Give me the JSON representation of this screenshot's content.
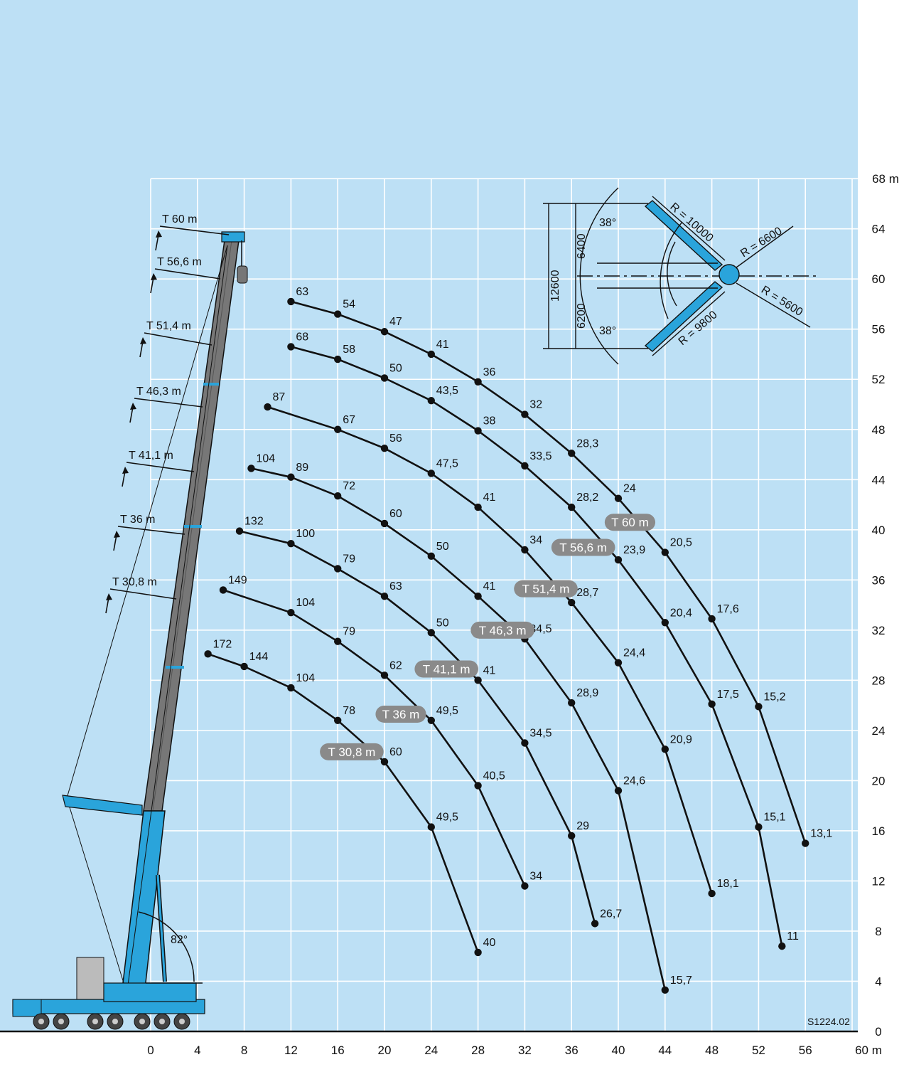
{
  "axes": {
    "x_ticks": [
      "0",
      "4",
      "8",
      "12",
      "16",
      "20",
      "24",
      "28",
      "32",
      "36",
      "40",
      "44",
      "48",
      "52",
      "56"
    ],
    "x_unit": "60 m",
    "y_ticks": [
      "0",
      "4",
      "8",
      "12",
      "16",
      "20",
      "24",
      "28",
      "32",
      "36",
      "40",
      "44",
      "48",
      "52",
      "56",
      "60",
      "64"
    ],
    "y_unit": "68  m"
  },
  "reference": "S1224.02",
  "angle_label": "82°",
  "colors": {
    "background": "#bde0f5",
    "grid": "#ffffff",
    "crane_blue": "#2aa4db",
    "tag_grey": "#8a8a8a"
  },
  "chart_data": {
    "type": "line",
    "xlabel": "",
    "ylabel": "",
    "xlim": [
      0,
      60
    ],
    "ylim": [
      0,
      68
    ],
    "series": [
      {
        "name": "T 60 m",
        "points": [
          {
            "x": 12,
            "y": 58.2,
            "label": "63"
          },
          {
            "x": 16,
            "y": 57.2,
            "label": "54"
          },
          {
            "x": 20,
            "y": 55.8,
            "label": "47"
          },
          {
            "x": 24,
            "y": 54.0,
            "label": "41"
          },
          {
            "x": 28,
            "y": 51.8,
            "label": "36"
          },
          {
            "x": 32,
            "y": 49.2,
            "label": "32"
          },
          {
            "x": 36,
            "y": 46.1,
            "label": "28,3"
          },
          {
            "x": 40,
            "y": 42.5,
            "label": "24"
          },
          {
            "x": 44,
            "y": 38.2,
            "label": "20,5"
          },
          {
            "x": 48,
            "y": 32.9,
            "label": "17,6"
          },
          {
            "x": 52,
            "y": 25.9,
            "label": "15,2"
          },
          {
            "x": 56,
            "y": 15.0,
            "label": "13,1"
          }
        ]
      },
      {
        "name": "T 56,6 m",
        "points": [
          {
            "x": 12,
            "y": 54.6,
            "label": "68"
          },
          {
            "x": 16,
            "y": 53.6,
            "label": "58"
          },
          {
            "x": 20,
            "y": 52.1,
            "label": "50"
          },
          {
            "x": 24,
            "y": 50.3,
            "label": "43,5"
          },
          {
            "x": 28,
            "y": 47.9,
            "label": "38"
          },
          {
            "x": 32,
            "y": 45.1,
            "label": "33,5"
          },
          {
            "x": 36,
            "y": 41.8,
            "label": "28,2"
          },
          {
            "x": 40,
            "y": 37.6,
            "label": "23,9"
          },
          {
            "x": 44,
            "y": 32.6,
            "label": "20,4"
          },
          {
            "x": 48,
            "y": 26.1,
            "label": "17,5"
          },
          {
            "x": 52,
            "y": 16.3,
            "label": "15,1"
          },
          {
            "x": 54,
            "y": 6.8,
            "label": "11"
          }
        ]
      },
      {
        "name": "T 51,4 m",
        "points": [
          {
            "x": 10,
            "y": 49.8,
            "label": "87"
          },
          {
            "x": 16,
            "y": 48.0,
            "label": "67"
          },
          {
            "x": 20,
            "y": 46.5,
            "label": "56"
          },
          {
            "x": 24,
            "y": 44.5,
            "label": "47,5"
          },
          {
            "x": 28,
            "y": 41.8,
            "label": "41"
          },
          {
            "x": 32,
            "y": 38.4,
            "label": "34"
          },
          {
            "x": 36,
            "y": 34.2,
            "label": "28,7"
          },
          {
            "x": 40,
            "y": 29.4,
            "label": "24,4"
          },
          {
            "x": 44,
            "y": 22.5,
            "label": "20,9"
          },
          {
            "x": 48,
            "y": 11.0,
            "label": "18,1"
          }
        ]
      },
      {
        "name": "T 46,3 m",
        "points": [
          {
            "x": 8.6,
            "y": 44.9,
            "label": "104"
          },
          {
            "x": 12,
            "y": 44.2,
            "label": "89"
          },
          {
            "x": 16,
            "y": 42.7,
            "label": "72"
          },
          {
            "x": 20,
            "y": 40.5,
            "label": "60"
          },
          {
            "x": 24,
            "y": 37.9,
            "label": "50"
          },
          {
            "x": 28,
            "y": 34.7,
            "label": "41"
          },
          {
            "x": 32,
            "y": 31.3,
            "label": "34,5"
          },
          {
            "x": 36,
            "y": 26.2,
            "label": "28,9"
          },
          {
            "x": 40,
            "y": 19.2,
            "label": "24,6"
          },
          {
            "x": 44,
            "y": 3.3,
            "label": "15,7"
          }
        ]
      },
      {
        "name": "T 41,1 m",
        "points": [
          {
            "x": 7.6,
            "y": 39.9,
            "label": "132"
          },
          {
            "x": 12,
            "y": 38.9,
            "label": "100"
          },
          {
            "x": 16,
            "y": 36.9,
            "label": "79"
          },
          {
            "x": 20,
            "y": 34.7,
            "label": "63"
          },
          {
            "x": 24,
            "y": 31.8,
            "label": "50"
          },
          {
            "x": 28,
            "y": 28.0,
            "label": "41"
          },
          {
            "x": 32,
            "y": 23.0,
            "label": "34,5"
          },
          {
            "x": 36,
            "y": 15.6,
            "label": "29"
          },
          {
            "x": 38,
            "y": 8.6,
            "label": "26,7"
          }
        ]
      },
      {
        "name": "T 36 m",
        "points": [
          {
            "x": 6.2,
            "y": 35.2,
            "label": "149"
          },
          {
            "x": 12,
            "y": 33.4,
            "label": "104"
          },
          {
            "x": 16,
            "y": 31.1,
            "label": "79"
          },
          {
            "x": 20,
            "y": 28.4,
            "label": "62"
          },
          {
            "x": 24,
            "y": 24.8,
            "label": "49,5"
          },
          {
            "x": 28,
            "y": 19.6,
            "label": "40,5"
          },
          {
            "x": 32,
            "y": 11.6,
            "label": "34"
          }
        ]
      },
      {
        "name": "T 30,8 m",
        "points": [
          {
            "x": 4.9,
            "y": 30.1,
            "label": "172"
          },
          {
            "x": 8,
            "y": 29.1,
            "label": "144"
          },
          {
            "x": 12,
            "y": 27.4,
            "label": "104"
          },
          {
            "x": 16,
            "y": 24.8,
            "label": "78"
          },
          {
            "x": 20,
            "y": 21.5,
            "label": "60"
          },
          {
            "x": 24,
            "y": 16.3,
            "label": "49,5"
          },
          {
            "x": 28,
            "y": 6.3,
            "label": "40"
          }
        ]
      }
    ]
  },
  "inset": {
    "dims": [
      "12600",
      "6400",
      "6200"
    ],
    "angles": [
      "38°",
      "38°"
    ],
    "radii": [
      "R = 10000",
      "R = 6600",
      "R = 5600",
      "R = 9800"
    ]
  }
}
